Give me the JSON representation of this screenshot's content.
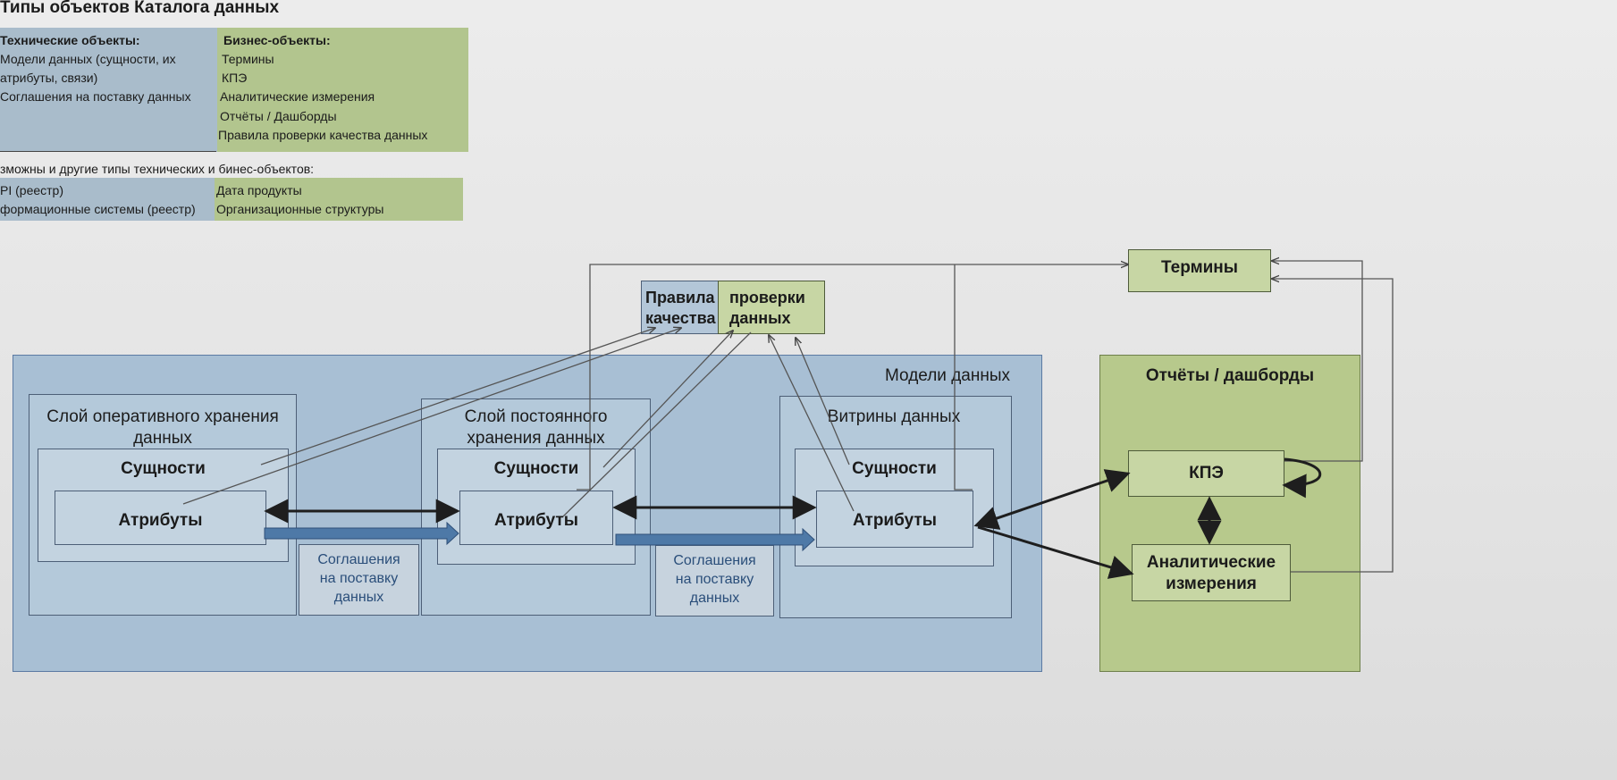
{
  "title": "Типы объектов Каталога данных",
  "table1": {
    "tech_header": "Технические объекты:",
    "tech_items": [
      "Модели данных (сущности, их",
      "атрибуты, связи)",
      "Соглашения на поставку данных"
    ],
    "biz_header": "Бизнес-объекты:",
    "biz_items": [
      "Термины",
      "КПЭ",
      "Аналитические измерения",
      "Отчёты / Дашборды",
      "Правила проверки качества данных"
    ]
  },
  "table2": {
    "caption": "зможны и другие типы технических и бинес-объектов:",
    "tech_items": [
      "PI (реестр)",
      "формационные системы (реестр)"
    ],
    "biz_items": [
      "Дата продукты",
      "Организационные структуры"
    ]
  },
  "diagram": {
    "rules_left": [
      "Правила",
      "качества"
    ],
    "rules_right": [
      "проверки",
      "данных"
    ],
    "terms": "Термины",
    "data_models": "Модели данных",
    "reports": "Отчёты / дашборды",
    "layer_operational": [
      "Слой оперативного хранения",
      "данных"
    ],
    "layer_persistent": [
      "Слой постоянного",
      "хранения данных"
    ],
    "layer_marts": "Витрины данных",
    "entities": "Сущности",
    "attributes": "Атрибуты",
    "agreements": [
      "Соглашения",
      "на поставку",
      "данных"
    ],
    "kpi": "КПЭ",
    "dimensions": [
      "Аналитические",
      "измерения"
    ]
  },
  "colors": {
    "blue_area": "#a8bfd4",
    "green_area": "#b7c98c",
    "arrow_blue": "#4e79a7",
    "line_dark": "#2b2b2b"
  }
}
